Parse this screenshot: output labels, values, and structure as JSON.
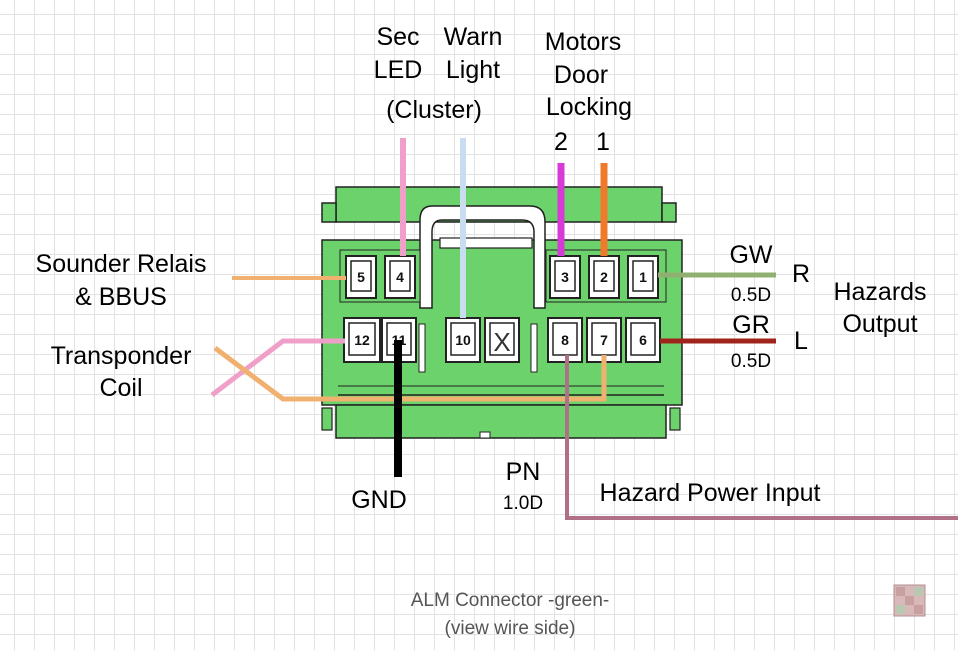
{
  "labels": {
    "sec_led": [
      "Sec",
      "LED",
      "(Cluster)"
    ],
    "warn_light": [
      "Warn",
      "Light"
    ],
    "motors": [
      "Motors",
      "Door",
      "Locking"
    ],
    "motor_2": "2",
    "motor_1": "1",
    "sounder": [
      "Sounder Relais",
      "& BBUS"
    ],
    "transponder": [
      "Transponder",
      "Coil"
    ],
    "gw": "GW",
    "gw_size": "0.5D",
    "gr": "GR",
    "gr_size": "0.5D",
    "r": "R",
    "l": "L",
    "hazards": [
      "Hazards",
      "Output"
    ],
    "gnd": "GND",
    "pn": "PN",
    "pn_size": "1.0D",
    "hazard_power": "Hazard Power Input",
    "caption": [
      "ALM Connector -green-",
      "(view wire side)"
    ]
  },
  "pins": {
    "top": [
      "5",
      "4",
      "3",
      "2",
      "1"
    ],
    "bottom": [
      "12",
      "11",
      "10",
      "8",
      "7",
      "6"
    ],
    "blocked": "X"
  },
  "colors": {
    "connector": "#6cd36c",
    "pink": "#f0a0c8",
    "light_blue": "#c8ddf0",
    "magenta": "#d83ad8",
    "orange": "#ef7a2b",
    "tan": "#f0b070",
    "olive_green": "#8fb070",
    "dark_red": "#a0241c",
    "mauve": "#b07088",
    "black": "#000000"
  }
}
